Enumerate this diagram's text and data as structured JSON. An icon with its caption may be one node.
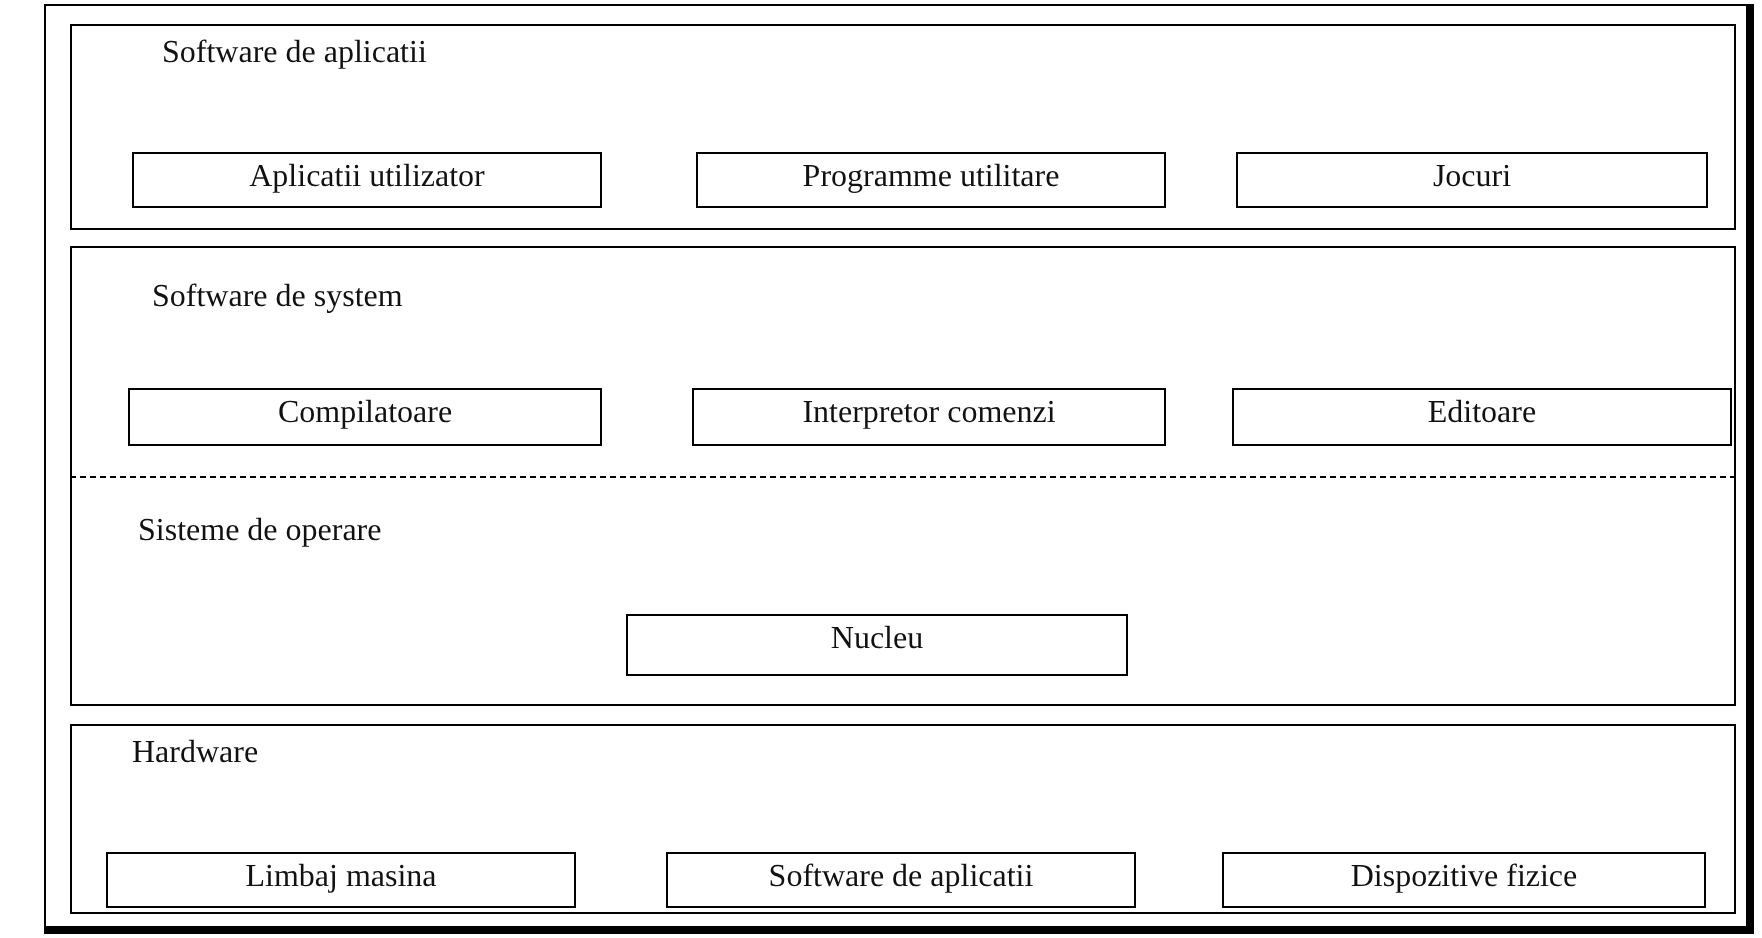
{
  "diagram": {
    "nodes": [
      {
        "text": [
          "Software de aplicatii"
        ]
      },
      {
        "text": [
          "Aplicatii utilizator"
        ],
        "in": 0
      },
      {
        "text": [
          "Programme utilitare"
        ],
        "in": 0
      },
      {
        "text": [
          "Jocuri"
        ],
        "in": 0
      },
      {
        "text": [
          "Software de system",
          "Sisteme de operare"
        ]
      },
      {
        "text": [
          "Compilatoare"
        ],
        "in": 4
      },
      {
        "text": [
          "Interpretor comenzi"
        ],
        "in": 4
      },
      {
        "text": [
          "Editoare"
        ],
        "in": 4
      },
      {
        "text": [
          "Nucleu"
        ],
        "in": 4
      },
      {
        "text": [
          "Hardware"
        ]
      },
      {
        "text": [
          "Limbaj masina"
        ],
        "in": 9
      },
      {
        "text": [
          "Software de aplicatii"
        ],
        "in": 9
      },
      {
        "text": [
          "Dispozitive fizice"
        ],
        "in": 9
      }
    ]
  }
}
